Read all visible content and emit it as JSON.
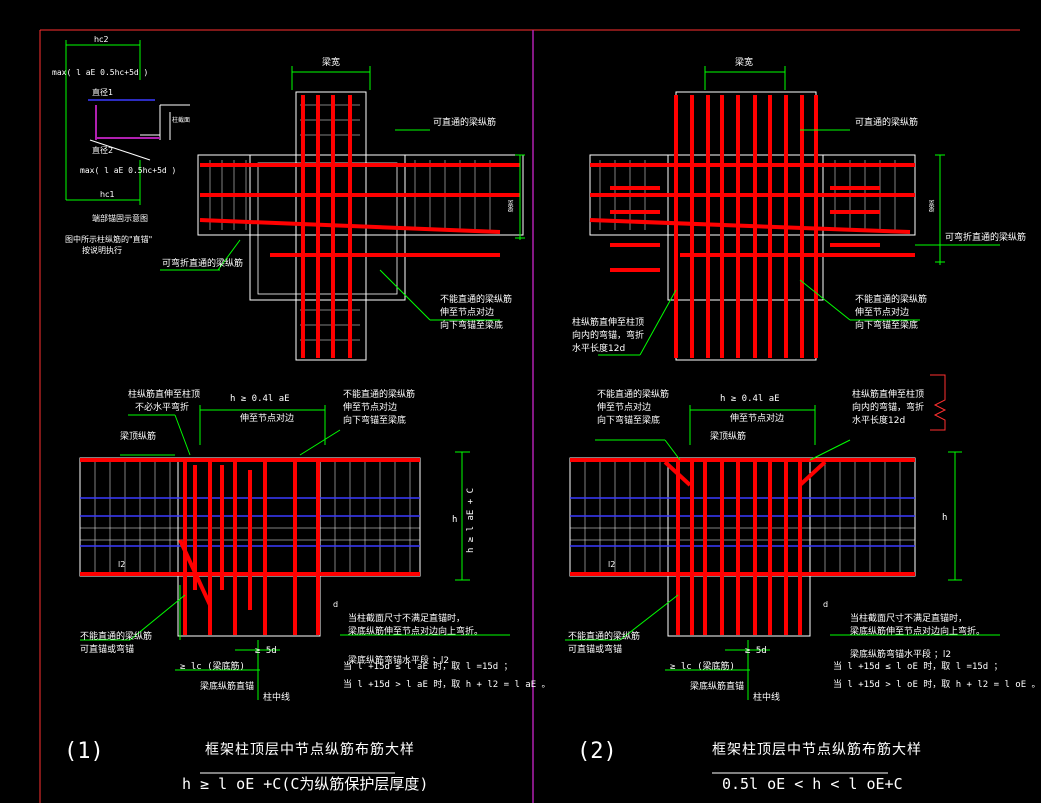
{
  "colors": {
    "background": "#000000",
    "rebar": "#ff0000",
    "stirrup": "#ffffff",
    "dimension": "#00ff00",
    "blue": "#3a3aff",
    "frame": "#ff3030",
    "divider": "#b020b0"
  },
  "top_left": {
    "hc2": "hc2",
    "max_top": "max( l aE  0.5hc+5d )",
    "zhi_jing_1": "直径1",
    "zhi_jing_2": "直径2",
    "max_bot": "max( l aE  0.5hc+5d )",
    "hc1": "hc1",
    "small_note": "柱截面",
    "caption": "端部锚固示意图",
    "note_line1": "图中所示柱纵筋的\"直锚\"",
    "note_line2": "按说明执行"
  },
  "detail1_plan": {
    "dim_top": "梁宽",
    "callout_top_right": "可直通的梁纵筋",
    "callout_left": "可弯折直通的梁纵筋",
    "dim_right": "梁宽",
    "callout_right_line1": "不能直通的梁纵筋",
    "callout_right_line2": "伸至节点对边",
    "callout_right_line3": "向下弯锚至梁底"
  },
  "detail2_plan": {
    "dim_top": "梁宽",
    "callout_top_right": "可直通的梁纵筋",
    "dim_right": "梁宽",
    "callout_right_far": "可弯折直通的梁纵筋",
    "callout_left_line1": "柱纵筋直伸至柱顶",
    "callout_left_line2": "向内的弯锚，弯折",
    "callout_left_line3": "水平长度12d",
    "callout_right_line1": "不能直通的梁纵筋",
    "callout_right_line2": "伸至节点对边",
    "callout_right_line3": "向下弯锚至梁底"
  },
  "detail1_section": {
    "note_col_line1": "柱纵筋直伸至柱顶",
    "note_col_line2": "不必水平弯折",
    "beam_top_bar": "梁顶纵筋",
    "dim_h": "h ≥ 0.4l  aE",
    "dim_h_sub": "伸至节点对边",
    "note_mid_line1": "不能直通的梁纵筋",
    "note_mid_line2": "伸至节点对边",
    "note_mid_line3": "向下弯锚至梁底",
    "height_label": "h",
    "height_cond": "h ≥ l aE + C",
    "l2": "l2",
    "d_label": "d",
    "note_bottom_line1": "当柱截面尺寸不满足直锚时，",
    "note_bottom_line2": "梁底纵筋伸至节点对边向上弯折。",
    "note_bottom_line3": "梁底纵筋弯锚水平段    ；l2",
    "cond1": "当  l  +15d ≤ l  aE 时，取  l  =15d  ；",
    "cond2": "当  l  +15d > l  aE 时，取  h + l2 = l  aE 。",
    "note_left_line1": "不能直通的梁纵筋",
    "note_left_line2": "可直锚或弯锚",
    "dim_5d": "≥ 5d",
    "dim_lc": "≥ lc  (梁底筋)",
    "dim_lc_sub": "梁底纵筋直锚",
    "center_line": "柱中线"
  },
  "detail2_section": {
    "note_top_line1": "不能直通的梁纵筋",
    "note_top_line2": "伸至节点对边",
    "note_top_line3": "向下弯锚至梁底",
    "dim_h": "h ≥ 0.4l  aE",
    "dim_h_sub": "伸至节点对边",
    "note_col_line1": "柱纵筋直伸至柱顶",
    "note_col_line2": "向内的弯锚，弯折",
    "note_col_line3": "水平长度12d",
    "beam_top_bar": "梁顶纵筋",
    "height_label": "h",
    "l2": "l2",
    "d_label": "d",
    "note_bottom_line1": "当柱截面尺寸不满足直锚时，",
    "note_bottom_line2": "梁底纵筋伸至节点对边向上弯折。",
    "note_bottom_line3": "梁底纵筋弯锚水平段    ；l2",
    "cond1": "当  l  +15d ≤ l  oE 时，取  l  =15d  ；",
    "cond2": "当  l  +15d > l  oE 时，取  h + l2 = l  oE 。",
    "note_left_line1": "不能直通的梁纵筋",
    "note_left_line2": "可直锚或弯锚",
    "dim_5d": "≥ 5d",
    "dim_lc": "≥ lc  (梁底筋)",
    "dim_lc_sub": "梁底纵筋直锚",
    "center_line": "柱中线"
  },
  "titles": {
    "num1": "(1)",
    "title1": "框架柱顶层中节点纵筋布筋大样",
    "formula1": "h ≥  l  oE   +C(C为纵筋保护层厚度)",
    "num2": "(2)",
    "title2": "框架柱顶层中节点纵筋布筋大样",
    "formula2": "0.5l oE  < h < l   oE+C"
  }
}
